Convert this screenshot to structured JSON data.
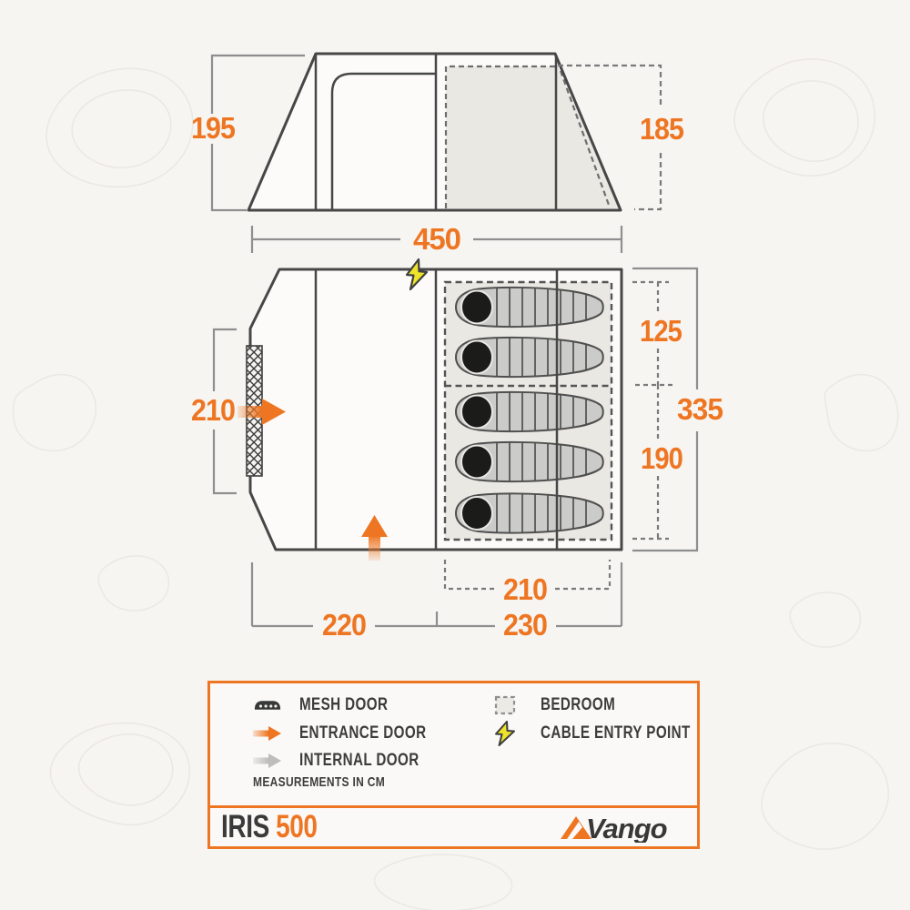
{
  "diagram_title": "tent-floorplan",
  "dims": {
    "side_height_left": "195",
    "side_height_right": "185",
    "total_width": "450",
    "side_door_width": "210",
    "bedroom_top_depth": "125",
    "total_depth": "335",
    "bedroom_bottom_depth": "190",
    "bedroom_width": "210",
    "living_width": "220",
    "bedroom_area_width": "230"
  },
  "legend": {
    "mesh_door": "MESH DOOR",
    "entrance_door": "ENTRANCE DOOR",
    "internal_door": "INTERNAL DOOR",
    "bedroom": "BEDROOM",
    "cable_entry": "CABLE ENTRY POINT",
    "measurements_note": "MEASUREMENTS IN CM"
  },
  "footer": {
    "model_name": "IRIS",
    "model_size": "500",
    "brand": "Vango"
  },
  "icons": {
    "mesh_door_icon": "mesh-door-icon",
    "entrance_door_icon": "entrance-arrow-icon",
    "internal_door_icon": "internal-arrow-icon",
    "bedroom_icon": "bedroom-swatch-icon",
    "cable_entry_icon": "lightning-bolt-icon"
  },
  "colors": {
    "accent_orange": "#EE7623",
    "line_dark": "#474747",
    "dim_gray": "#8E8E8E",
    "dashed_gray": "#7A7A7A",
    "bedroom_fill": "#EAE8E3",
    "bag_fill": "#CBCBC9",
    "bolt_yellow": "#EDE32A",
    "background": "#F6F5F2"
  },
  "sleeping_bag_count": 5
}
